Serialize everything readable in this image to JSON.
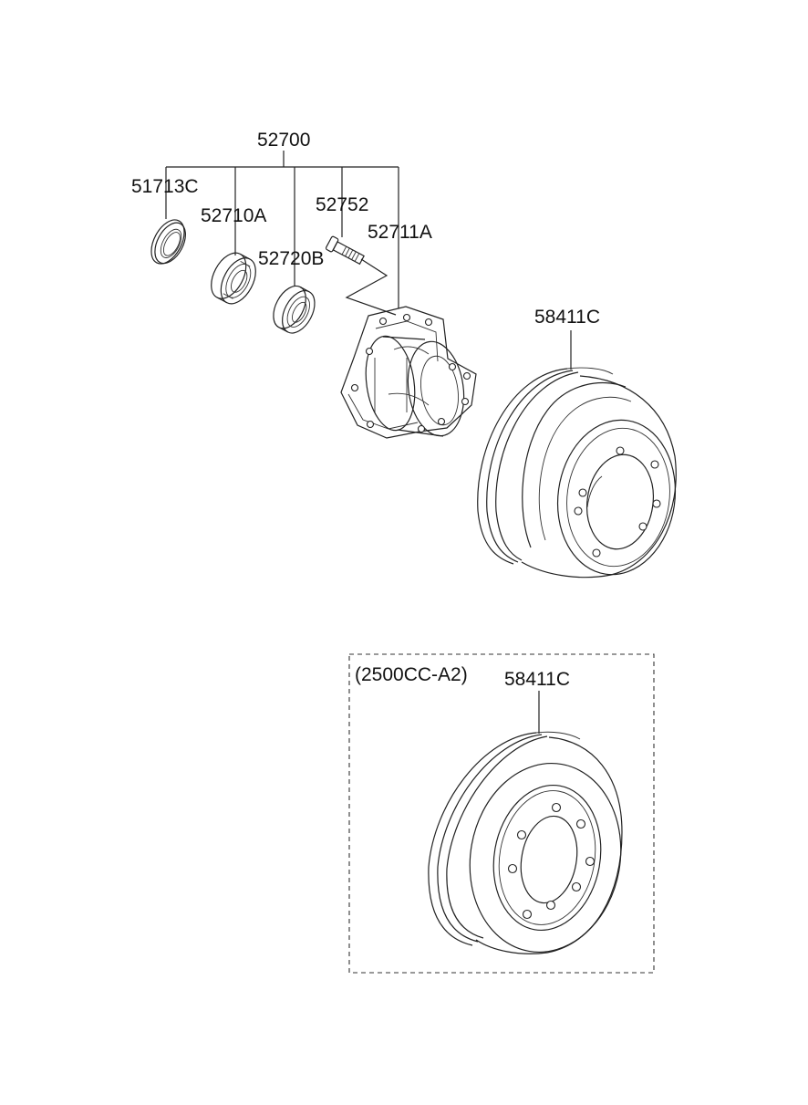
{
  "labels": {
    "assembly": "52700",
    "oil_seal": "51713C",
    "bearing_outer": "52710A",
    "bolt": "52752",
    "hub": "52711A",
    "bearing_inner": "52720B",
    "drum_main": "58411C",
    "variant_note": "(2500CC-A2)",
    "drum_variant": "58411C"
  }
}
